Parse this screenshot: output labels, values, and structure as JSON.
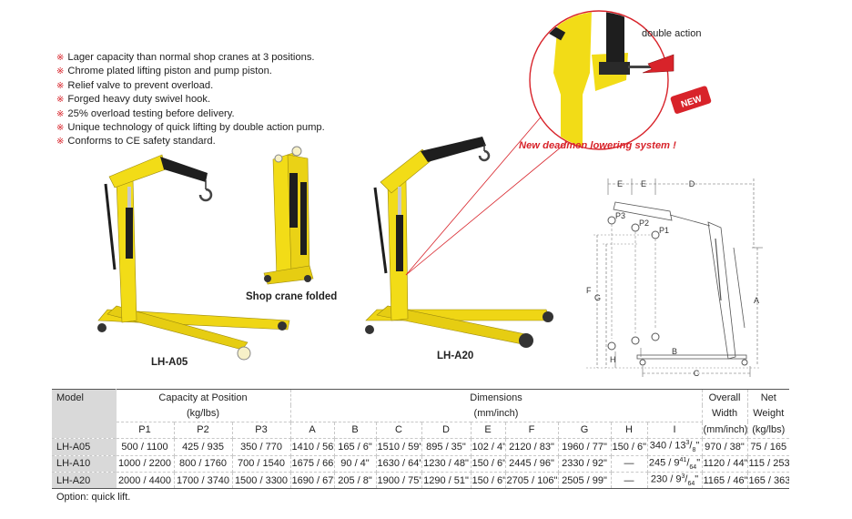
{
  "features": [
    "Lager capacity than normal shop cranes at 3 positions.",
    "Chrome plated lifting piston and pump piston.",
    "Relief valve to prevent overload.",
    "Forged heavy duty swivel hook.",
    "25% overload testing before delivery.",
    "Unique technology of quick lifting by double action pump.",
    "Conforms to CE safety standard."
  ],
  "feature_marker": "※",
  "captions": {
    "lh_a05": "LH-A05",
    "folded": "Shop crane folded",
    "lh_a20": "LH-A20",
    "double_action": "double action",
    "deadmen": "New deadmen lowering system !",
    "new_badge": "NEW"
  },
  "diagram_labels": {
    "E1": "E",
    "E2": "E",
    "D": "D",
    "P1": "P1",
    "P2": "P2",
    "P3": "P3",
    "F": "F",
    "G": "G",
    "A": "A",
    "B": "B",
    "C": "C",
    "H": "H"
  },
  "table": {
    "header": {
      "model": "Model",
      "capacity": "Capacity at Position",
      "capacity_unit": "(kg/lbs)",
      "dimensions": "Dimensions",
      "dimensions_unit": "(mm/inch)",
      "overall": "Overall",
      "width": "Width",
      "width_unit": "(mm/inch)",
      "net": "Net",
      "weight": "Weight",
      "weight_unit": "(kg/lbs)",
      "cols": [
        "P1",
        "P2",
        "P3",
        "A",
        "B",
        "C",
        "D",
        "E",
        "F",
        "G",
        "H",
        "I"
      ]
    },
    "rows": [
      {
        "model": "LH-A05",
        "p1": "500 / 1100",
        "p2": "425 / 935",
        "p3": "350  / 770",
        "a": "1410 / 56\"",
        "b": "165 / 6\"",
        "c": "1510 / 59\"",
        "d": "895 / 35\"",
        "e": "102 / 4\"",
        "f": "2120 / 83\"",
        "g": "1960 / 77\"",
        "h": "150 / 6\"",
        "i_main": "340 / 13",
        "i_num": "3",
        "i_den": "8",
        "i_tail": "\"",
        "width": "970 / 38\"",
        "weight": "75 / 165"
      },
      {
        "model": "LH-A10",
        "p1": "1000 / 2200",
        "p2": "800 / 1760",
        "p3": "700 / 1540",
        "a": "1675 / 66\"",
        "b": "90 / 4\"",
        "c": "1630 / 64\"",
        "d": "1230 / 48\"",
        "e": "150 / 6\"",
        "f": "2445 / 96\"",
        "g": "2330 / 92\"",
        "h": "—",
        "i_main": "245 / 9",
        "i_num": "41",
        "i_den": "64",
        "i_tail": "\"",
        "width": "1120 / 44\"",
        "weight": "115 / 253"
      },
      {
        "model": "LH-A20",
        "p1": "2000 / 4400",
        "p2": "1700 / 3740",
        "p3": "1500 / 3300",
        "a": "1690 / 67\"",
        "b": "205 / 8\"",
        "c": "1900 / 75\"",
        "d": "1290 / 51\"",
        "e": "150 / 6\"",
        "f": "2705 / 106\"",
        "g": "2505 / 99\"",
        "h": "—",
        "i_main": "230 / 9",
        "i_num": "3",
        "i_den": "64",
        "i_tail": "\"",
        "width": "1165 / 46\"",
        "weight": "165 / 363"
      }
    ]
  },
  "option_note": "Option: quick lift.",
  "colors": {
    "crane_yellow": "#f2dc17",
    "crane_black": "#1e1e1e",
    "accent_red": "#d8232a",
    "header_gray": "#d9d9d9"
  }
}
